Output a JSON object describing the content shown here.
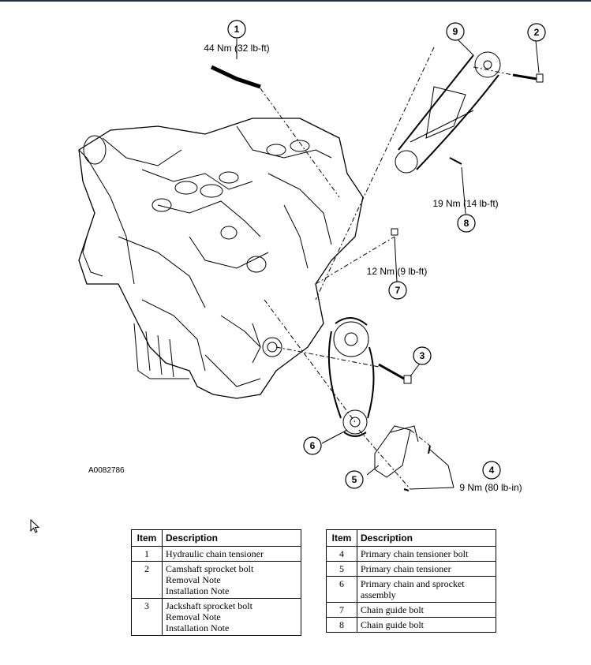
{
  "figure": {
    "reference": "A0082786",
    "callouts": [
      {
        "num": "1",
        "torque": "44 Nm (32 lb-ft)"
      },
      {
        "num": "2",
        "torque": ""
      },
      {
        "num": "3",
        "torque": ""
      },
      {
        "num": "4",
        "torque": "9 Nm (80 lb-in)"
      },
      {
        "num": "5",
        "torque": ""
      },
      {
        "num": "6",
        "torque": ""
      },
      {
        "num": "7",
        "torque": "12 Nm (9 lb-ft)"
      },
      {
        "num": "8",
        "torque": "19 Nm (14 lb-ft)"
      },
      {
        "num": "9",
        "torque": ""
      }
    ]
  },
  "table_left": {
    "headers": [
      "Item",
      "Description"
    ],
    "rows": [
      {
        "item": "1",
        "lines": [
          "Hydraulic chain tensioner"
        ]
      },
      {
        "item": "2",
        "lines": [
          "Camshaft sprocket bolt",
          "Removal Note",
          "Installation Note"
        ]
      },
      {
        "item": "3",
        "lines": [
          "Jackshaft sprocket bolt",
          "Removal Note",
          "Installation Note"
        ]
      }
    ]
  },
  "table_right": {
    "headers": [
      "Item",
      "Description"
    ],
    "rows": [
      {
        "item": "4",
        "lines": [
          "Primary chain tensioner bolt"
        ]
      },
      {
        "item": "5",
        "lines": [
          "Primary chain tensioner"
        ]
      },
      {
        "item": "6",
        "lines": [
          "Primary chain and sprocket",
          "assembly"
        ]
      },
      {
        "item": "7",
        "lines": [
          "Chain guide bolt"
        ]
      },
      {
        "item": "8",
        "lines": [
          "Chain guide bolt"
        ]
      }
    ]
  },
  "colors": {
    "line": "#000000",
    "topbar": "#1c2e4a"
  }
}
